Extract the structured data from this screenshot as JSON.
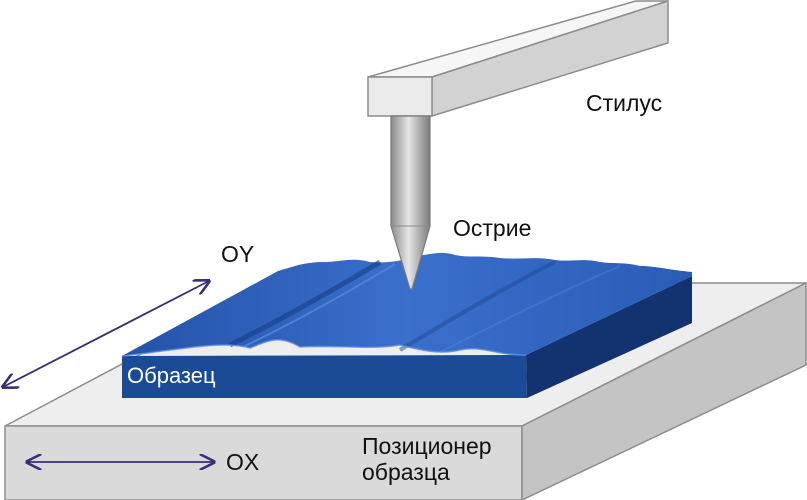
{
  "labels": {
    "stylus": "Стилус",
    "tip": "Острие",
    "axis_y": "OY",
    "axis_x": "OX",
    "sample": "Образец",
    "positioner_line1": "Позиционер",
    "positioner_line2": "образца"
  },
  "colors": {
    "platform_top": "#eeeeee",
    "platform_front": "#dadada",
    "platform_side": "#c4c4c4",
    "outline": "#8c8c8c",
    "sample_top": "#2b5fb8",
    "sample_front": "#1b4a96",
    "sample_side": "#123270",
    "arrow": "#3a2d7a",
    "cantilever_front": "#ebebeb",
    "cantilever_top": "#f6f6f6",
    "cantilever_side": "#d2d2d2",
    "needle": "#a8a8a8"
  },
  "icons": {
    "axis_arrows": "double-arrow-icon"
  }
}
